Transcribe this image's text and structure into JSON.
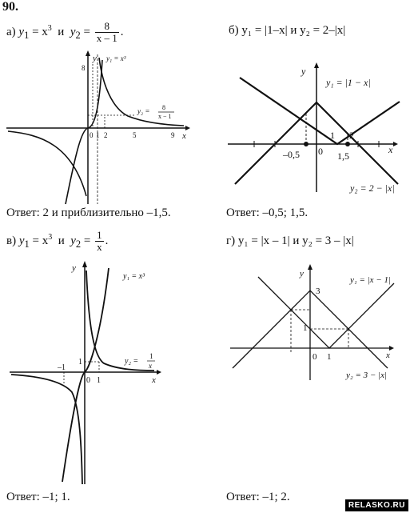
{
  "problem_number": "90.",
  "a": {
    "label": "а)",
    "y1": "y",
    "y1_sub": "1",
    "eq1": " = x",
    "eq1_sup": "3",
    "and": "и",
    "y2": "y",
    "y2_sub": "2",
    "eq2": " =",
    "frac_num": "8",
    "frac_den": "x – 1",
    "end": ".",
    "answer": "Ответ: 2 и приблизительно –1,5.",
    "graph": {
      "y_label": "y",
      "x_label": "x",
      "curve1_label": "y₁ = x³",
      "curve2_label": "y₂ =",
      "curve2_frac_num": "8",
      "curve2_frac_den": "x − 1",
      "ticks": [
        "0",
        "1",
        "2",
        "5",
        "9"
      ],
      "y_tick": "8"
    }
  },
  "b": {
    "title": "б) y₁ = |1–x| и y₂ = 2–|x|",
    "answer": "Ответ:  –0,5;  1,5.",
    "graph": {
      "y_label": "y",
      "x_label": "x",
      "line1_label": "y₁ = |1 − x|",
      "line2_label": "y₂ = 2 − |x|",
      "ticks": [
        "–0,5",
        "0",
        "1",
        "1,5",
        "2"
      ]
    }
  },
  "v": {
    "label": "в)",
    "y1": "y",
    "y1_sub": "1",
    "eq1": " = x",
    "eq1_sup": "3",
    "and": "и",
    "y2": "y",
    "y2_sub": "2",
    "eq2": " =",
    "frac_num": "1",
    "frac_den": "x",
    "end": ".",
    "answer": "Ответ: –1; 1.",
    "graph": {
      "y_label": "y",
      "x_label": "x",
      "curve1_label": "y₁ = x³",
      "curve2_label": "y₂ =",
      "curve2_frac_num": "1",
      "curve2_frac_den": "x",
      "ticks": [
        "–1",
        "0",
        "1"
      ],
      "y_tick": "1"
    }
  },
  "g": {
    "title": "г) y₁ = |x – 1| и y₂ = 3 – |x|",
    "answer": "Ответ: –1; 2.",
    "graph": {
      "y_label": "y",
      "x_label": "x",
      "line1_label": "y₁ = |x − 1|",
      "line2_label": "y₂ = 3 − |x|",
      "ticks": [
        "0",
        "1"
      ],
      "y_ticks": [
        "3",
        "1"
      ]
    }
  },
  "watermark": "RELASKO.RU"
}
